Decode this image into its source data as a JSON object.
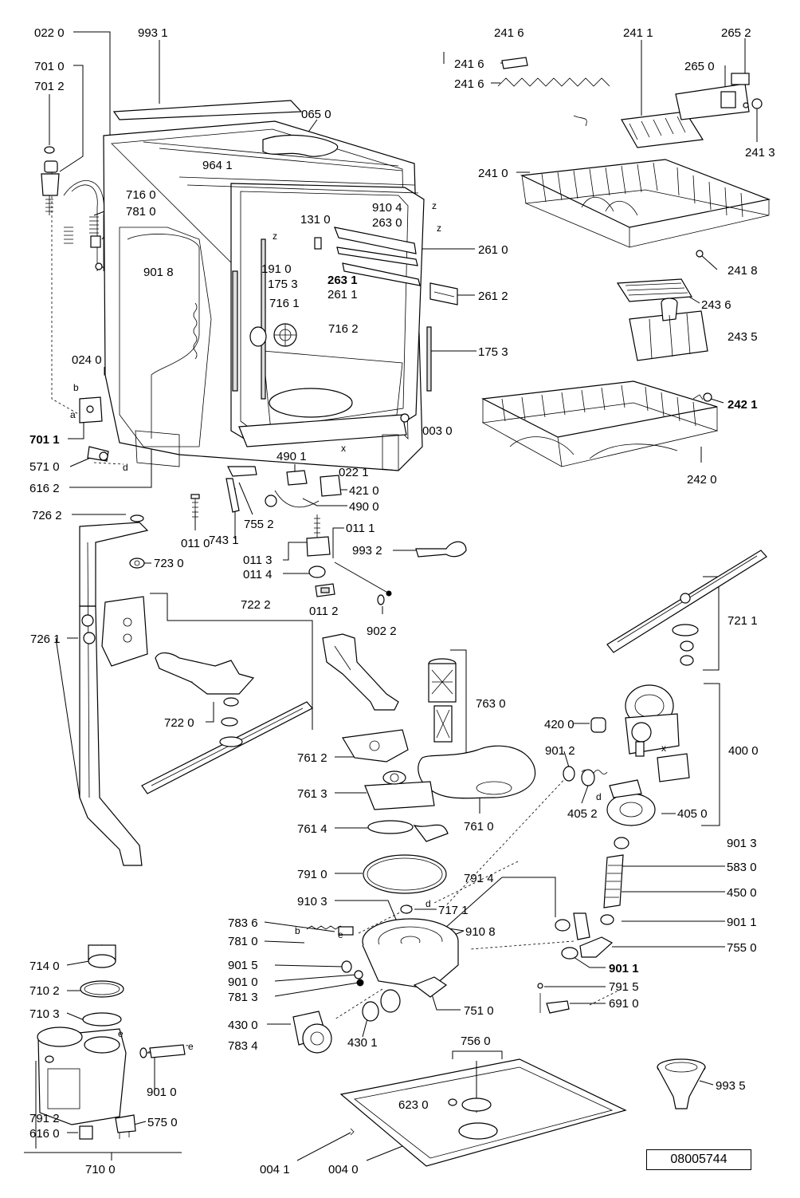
{
  "document_number": "08005744",
  "labels": {
    "l0220": "022 0",
    "l9931": "993 1",
    "l7010": "701 0",
    "l7012": "701 2",
    "l0650": "065 0",
    "l9641": "964 1",
    "l7160": "716 0",
    "l7810": "781 0",
    "l9104": "910 4",
    "l2630": "263 0",
    "l1310": "131 0",
    "l9018": "901 8",
    "l1910": "191 0",
    "l1753a": "175 3",
    "l2631": "263 1",
    "l2611": "261 1",
    "l2610": "261 0",
    "l2612": "261 2",
    "l7161": "716 1",
    "l7162": "716 2",
    "l1753b": "175 3",
    "l0240": "024 0",
    "l7011": "701 1",
    "l5710": "571 0",
    "l6162": "616 2",
    "l0030": "003 0",
    "l0221": "022 1",
    "l4901": "490 1",
    "l4210": "421 0",
    "l4900": "490 0",
    "l7262": "726 2",
    "l0110": "011 0",
    "l7552": "755 2",
    "l7431": "743 1",
    "l0111": "011 1",
    "l0113": "011 3",
    "l9932": "993 2",
    "l7230": "723 0",
    "l0114": "011 4",
    "l0112": "011 2",
    "l9022": "902 2",
    "l7222": "722 2",
    "l7261": "726 1",
    "l7220": "722 0",
    "l7211": "721 1",
    "l7630": "763 0",
    "l4200": "420 0",
    "l4000": "400 0",
    "l9012": "901 2",
    "l7612": "761 2",
    "l7613": "761 3",
    "l4052": "405 2",
    "l4050": "405 0",
    "l7614": "761 4",
    "l7610": "761 0",
    "l9013": "901 3",
    "l7910": "791 0",
    "l5830": "583 0",
    "l7914": "791 4",
    "l4500": "450 0",
    "l9103": "910 3",
    "l7171": "717 1",
    "l7836": "783 6",
    "l9108": "910 8",
    "l9011a": "901 1",
    "l7810b": "781 0",
    "l7550": "755 0",
    "l7140": "714 0",
    "l9015": "901 5",
    "l9011b": "901 1",
    "l9010a": "901 0",
    "l7915": "791 5",
    "l7102": "710 2",
    "l7813": "781 3",
    "l6910": "691 0",
    "l7103": "710 3",
    "l7510": "751 0",
    "l4300": "430 0",
    "l4301": "430 1",
    "l7834": "783 4",
    "l7560": "756 0",
    "l9010b": "901 0",
    "l6230": "623 0",
    "l9935": "993 5",
    "l7912": "791 2",
    "l5750": "575 0",
    "l6160": "616 0",
    "l7100": "710 0",
    "l0041": "004 1",
    "l0040": "004 0",
    "l2416a": "241 6",
    "l2411": "241 1",
    "l2652": "265 2",
    "l2416b": "241 6",
    "l2650": "265 0",
    "l2416c": "241 6",
    "l2413": "241 3",
    "l2410": "241 0",
    "l2418": "241 8",
    "l2436": "243 6",
    "l2435": "243 5",
    "l2421": "242 1",
    "l2420": "242 0"
  },
  "letters": {
    "z1": "z",
    "z2": "z",
    "z3": "z",
    "x1": "x",
    "x2": "x",
    "a1": "a",
    "b1": "b",
    "b2": "b",
    "d1": "d",
    "d2": "d",
    "d3": "d",
    "e1": "e",
    "e2": "e",
    "e3": "e"
  }
}
